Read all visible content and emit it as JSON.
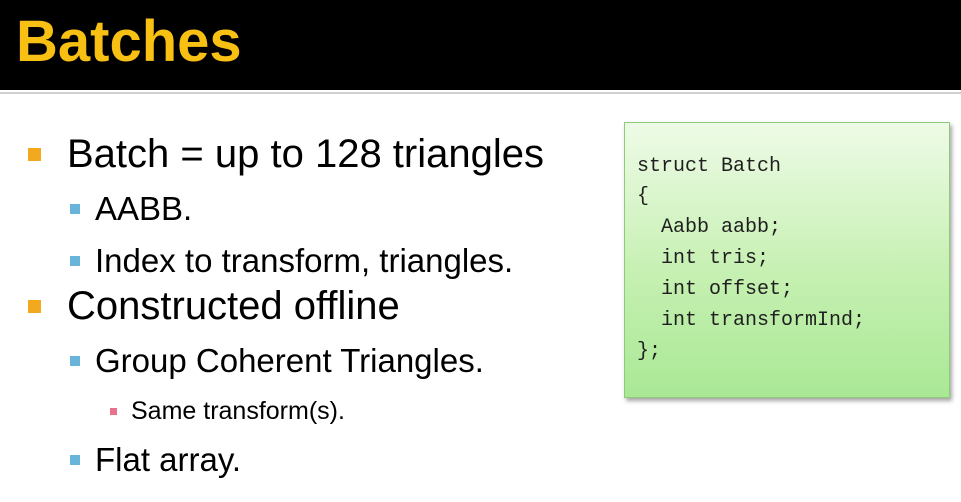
{
  "slide": {
    "title": "Batches",
    "colors": {
      "title_bar": "#000000",
      "title_text": "#f9c014",
      "level1_marker": "#f2a91f",
      "level2_marker": "#69b4da",
      "level3_marker": "#e8728d",
      "code_box": "#c6f0b2"
    },
    "bullets": [
      {
        "level": 1,
        "text": "Batch = up to 128 triangles"
      },
      {
        "level": 2,
        "text": "AABB."
      },
      {
        "level": 2,
        "text": "Index to transform, triangles."
      },
      {
        "level": 1,
        "text": "Constructed offline"
      },
      {
        "level": 2,
        "text": "Group Coherent Triangles."
      },
      {
        "level": 3,
        "text": "Same transform(s)."
      },
      {
        "level": 2,
        "text": "Flat array."
      }
    ],
    "code_lines": [
      "struct Batch",
      "{",
      "  Aabb aabb;",
      "  int tris;",
      "  int offset;",
      "  int transformInd;",
      "};"
    ]
  }
}
